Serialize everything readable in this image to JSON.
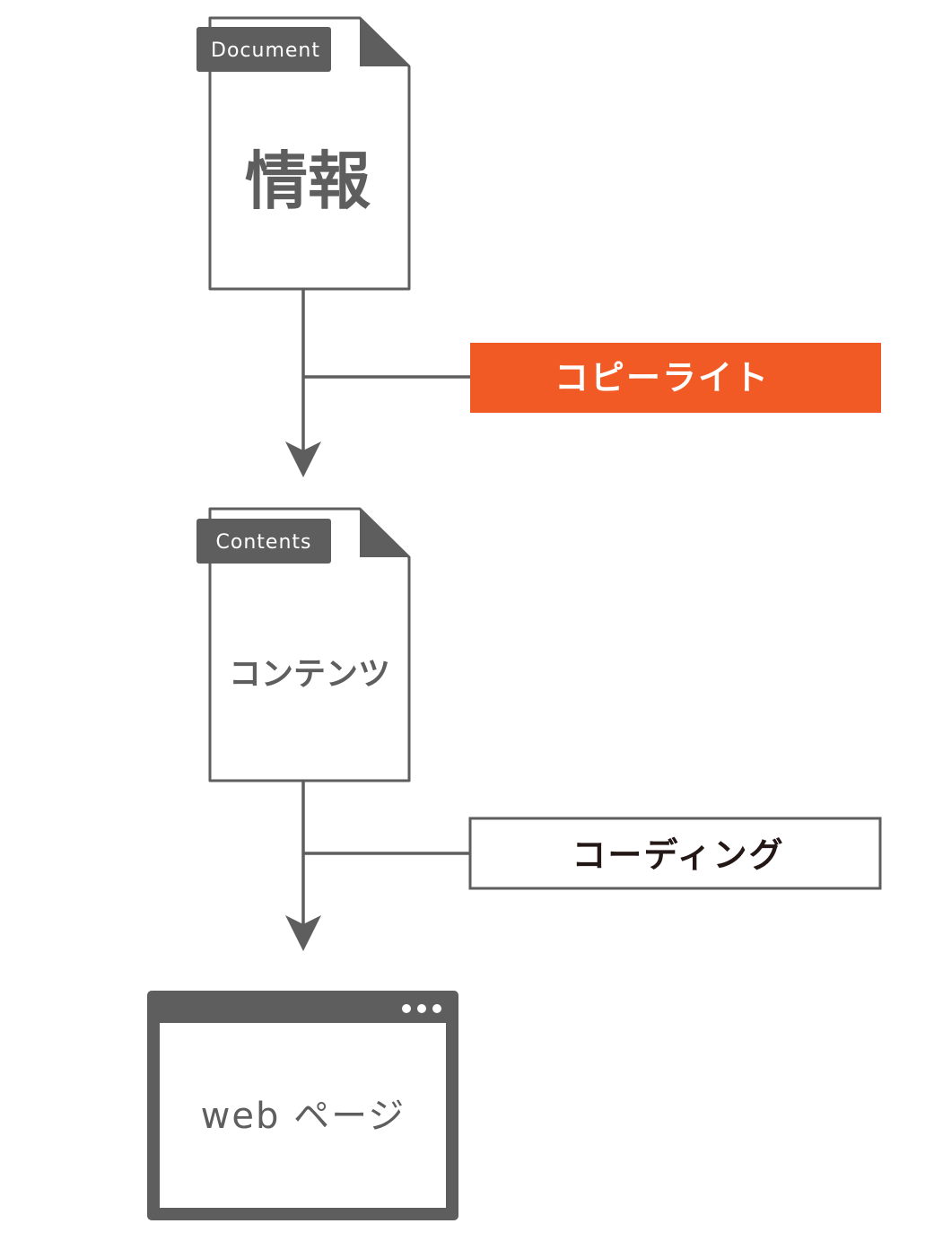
{
  "document": {
    "tab_label": "Document",
    "title": "情報"
  },
  "contents": {
    "tab_label": "Contents",
    "title": "コンテンツ"
  },
  "process_1": {
    "label": "コピーライト",
    "color": "#f15a24"
  },
  "process_2": {
    "label": "コーディング"
  },
  "webpage": {
    "label": "web ページ"
  },
  "colors": {
    "primary": "#5f5e5e",
    "accent": "#f15a24",
    "dark_text": "#231815"
  }
}
